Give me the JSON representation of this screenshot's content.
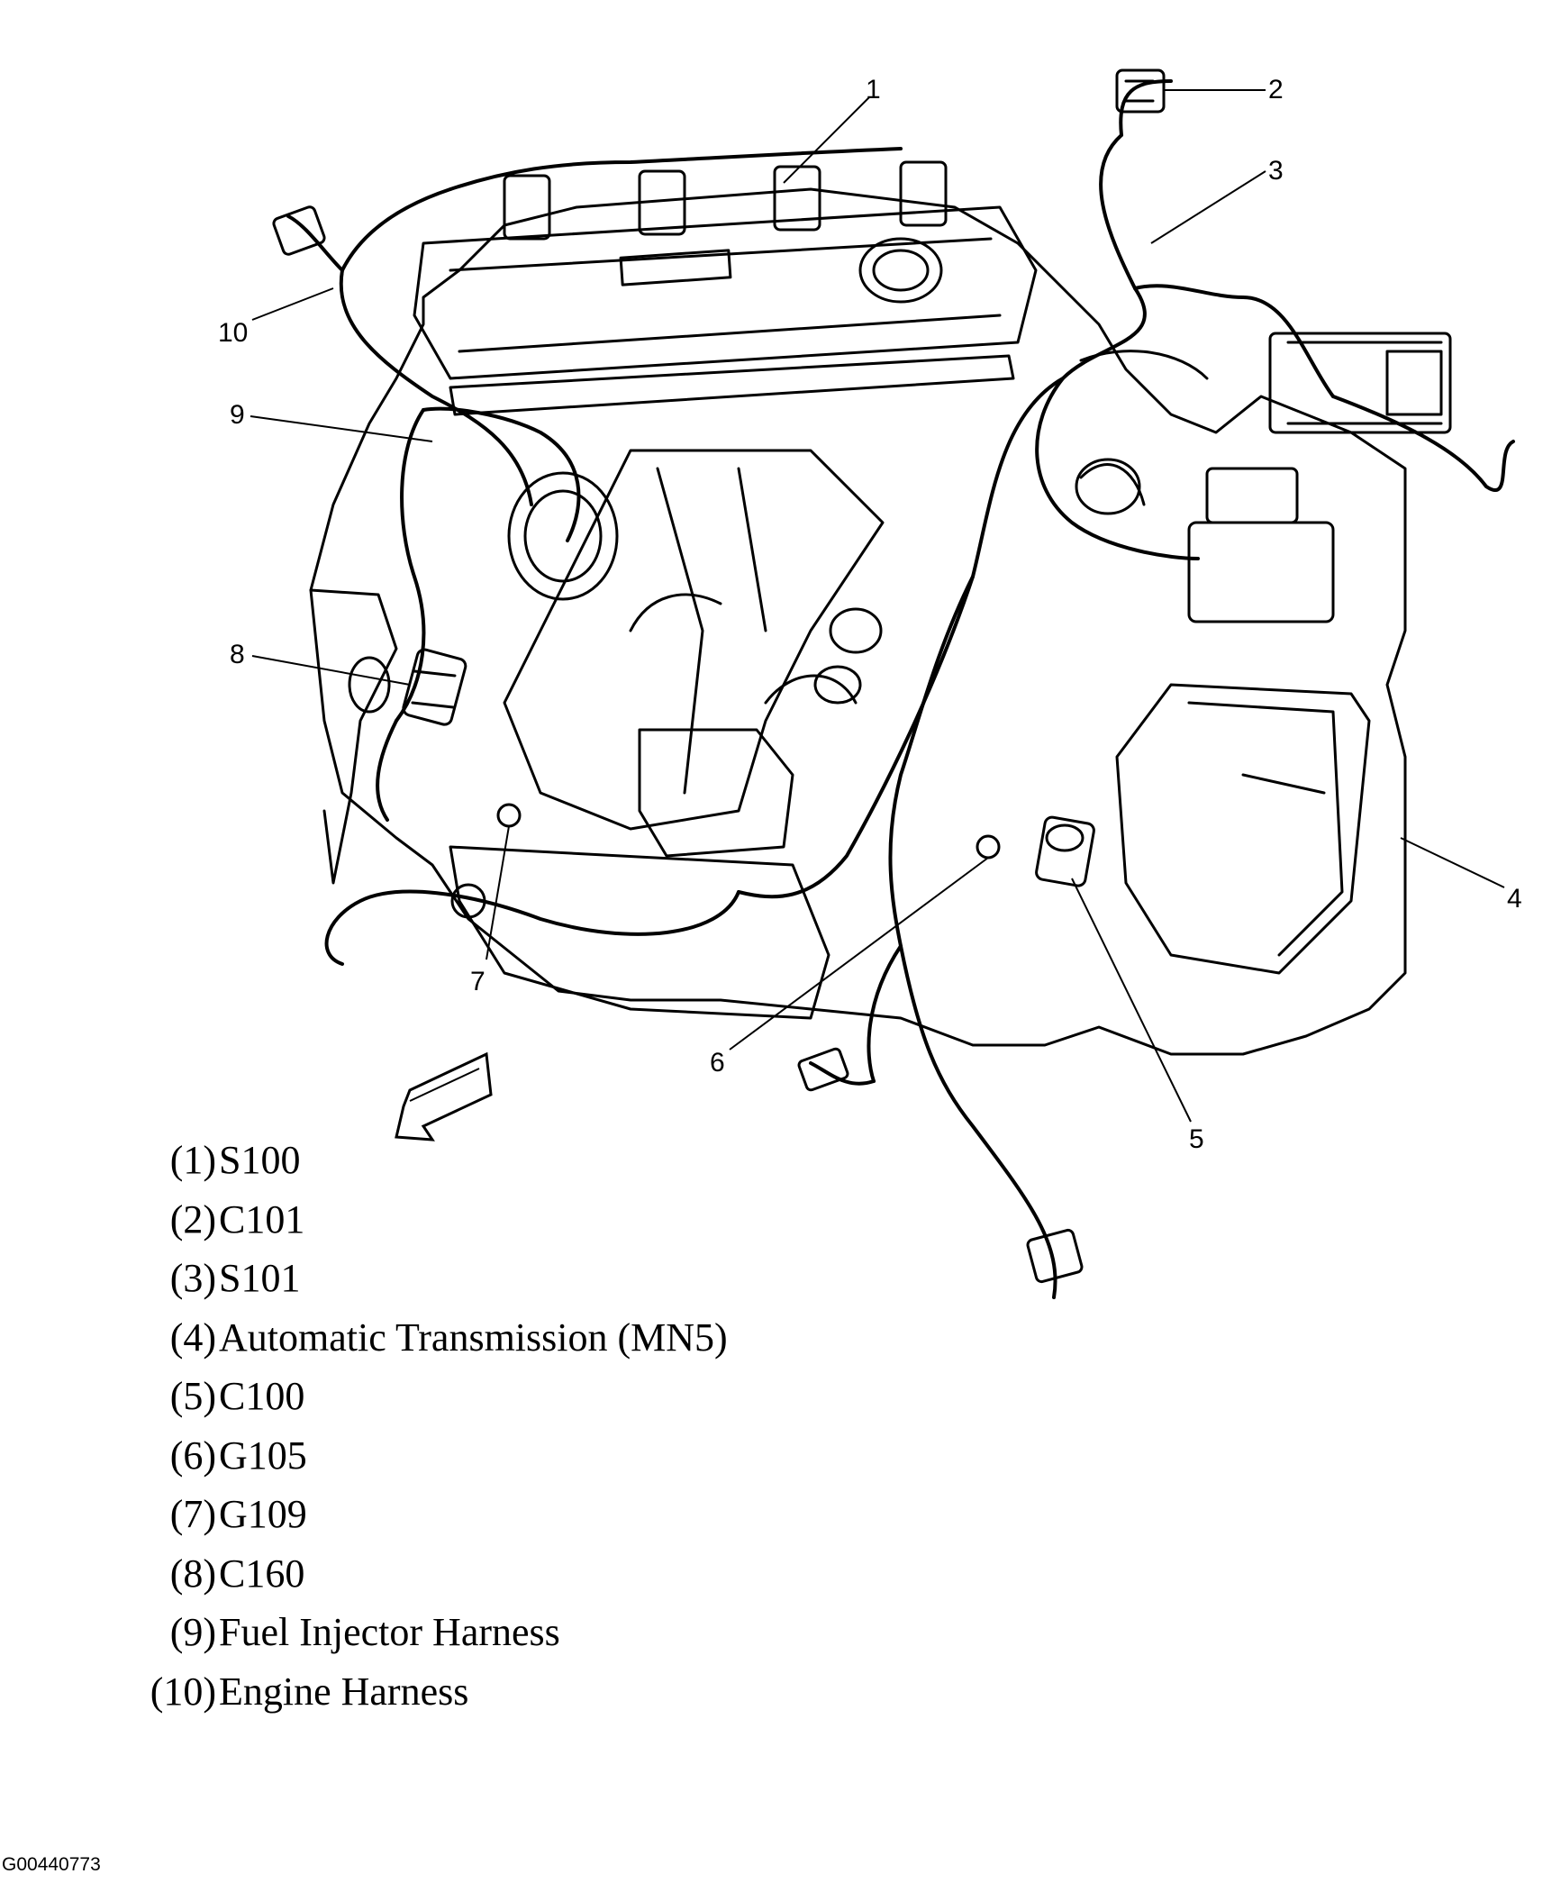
{
  "diagram": {
    "callouts": [
      "1",
      "2",
      "3",
      "4",
      "5",
      "6",
      "7",
      "8",
      "9",
      "10"
    ]
  },
  "legend": [
    {
      "num": "(1)",
      "label": "S100"
    },
    {
      "num": "(2)",
      "label": "C101"
    },
    {
      "num": "(3)",
      "label": "S101"
    },
    {
      "num": "(4)",
      "label": "Automatic Transmission (MN5)"
    },
    {
      "num": "(5)",
      "label": "C100"
    },
    {
      "num": "(6)",
      "label": "G105"
    },
    {
      "num": "(7)",
      "label": "G109"
    },
    {
      "num": "(8)",
      "label": "C160"
    },
    {
      "num": "(9)",
      "label": "Fuel Injector Harness"
    },
    {
      "num": "(10)",
      "label": "Engine Harness"
    }
  ],
  "figure_id": "G00440773",
  "icons": {
    "direction_arrow": "front-direction-arrow-icon"
  },
  "colors": {
    "line": "#000000",
    "background": "#ffffff"
  }
}
